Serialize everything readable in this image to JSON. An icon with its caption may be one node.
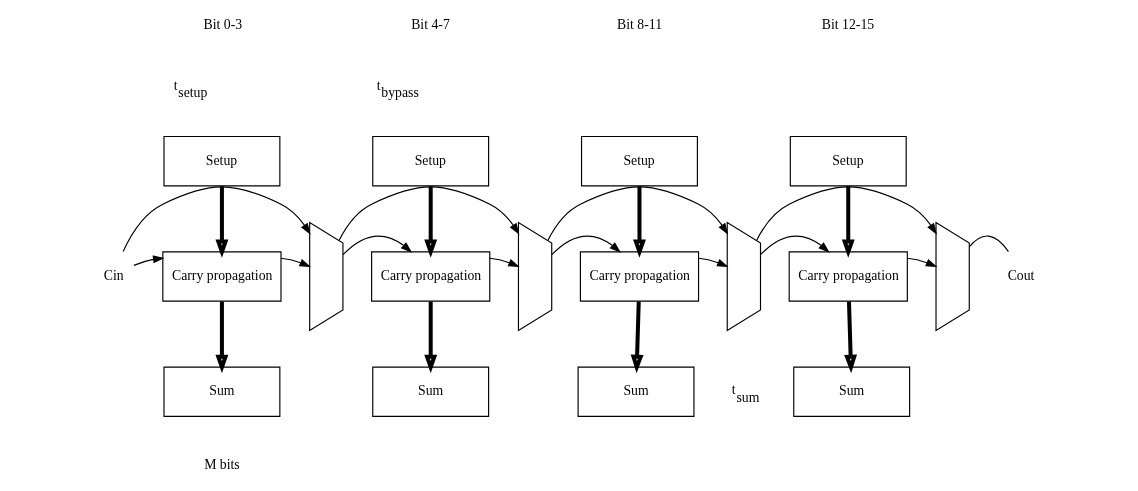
{
  "diagram": {
    "nodes": [
      {
        "text": [
          "Setup"
        ]
      },
      {
        "text": [
          "Setup"
        ]
      },
      {
        "text": [
          "Setup"
        ]
      },
      {
        "text": [
          "Setup"
        ]
      },
      {
        "text": [
          "Cin"
        ]
      },
      {
        "text": [
          "Carry propagation"
        ]
      },
      {
        "text": [],
        "shape": "trapezoid"
      },
      {
        "text": [
          "Carry propagation"
        ]
      },
      {
        "text": [],
        "shape": "trapezoid"
      },
      {
        "text": [
          "Carry propagation"
        ]
      },
      {
        "text": [],
        "shape": "trapezoid"
      },
      {
        "text": [
          "Carry propagation"
        ]
      },
      {
        "text": [],
        "shape": "trapezoid"
      },
      {
        "text": [
          "Cout"
        ]
      },
      {
        "text": [
          "Sum"
        ]
      },
      {
        "text": [
          "Sum"
        ]
      },
      {
        "text": [
          "Sum"
        ]
      },
      {
        "text": [
          "Sum"
        ]
      }
    ],
    "edges": [
      {
        "from": 4,
        "to": 5,
        "arrow": "to"
      },
      {
        "from": 4,
        "to": 6,
        "arrow": "to"
      },
      {
        "from": 5,
        "to": 6,
        "arrow": "to"
      },
      {
        "from": 0,
        "to": 5,
        "arrow": "to",
        "style": "thick"
      },
      {
        "from": 5,
        "to": 14,
        "arrow": "to",
        "style": "thick"
      },
      {
        "from": 6,
        "to": 7,
        "arrow": "to"
      },
      {
        "from": 6,
        "to": 8,
        "arrow": "to"
      },
      {
        "from": 7,
        "to": 8,
        "arrow": "to"
      },
      {
        "from": 1,
        "to": 7,
        "arrow": "to",
        "style": "thick"
      },
      {
        "from": 7,
        "to": 15,
        "arrow": "to",
        "style": "thick"
      },
      {
        "from": 8,
        "to": 9,
        "arrow": "to"
      },
      {
        "from": 8,
        "to": 10,
        "arrow": "to"
      },
      {
        "from": 9,
        "to": 10,
        "arrow": "to"
      },
      {
        "from": 2,
        "to": 9,
        "arrow": "to",
        "style": "thick"
      },
      {
        "from": 9,
        "to": 16,
        "arrow": "to",
        "style": "thick"
      },
      {
        "from": 10,
        "to": 11,
        "arrow": "to"
      },
      {
        "from": 10,
        "to": 12,
        "arrow": "to"
      },
      {
        "from": 11,
        "to": 12,
        "arrow": "to"
      },
      {
        "from": 3,
        "to": 11,
        "arrow": "to",
        "style": "thick"
      },
      {
        "from": 11,
        "to": 17,
        "arrow": "to",
        "style": "thick"
      },
      {
        "from": 12,
        "to": 13,
        "arrow": "none"
      }
    ],
    "labels": [
      "Bit 0-3",
      "Bit 4-7",
      "Bit 8-11",
      "Bit 12-15",
      "t$_{setup}$",
      "t$_{bypass}$",
      "t$_{sum}$",
      "M bits"
    ]
  }
}
